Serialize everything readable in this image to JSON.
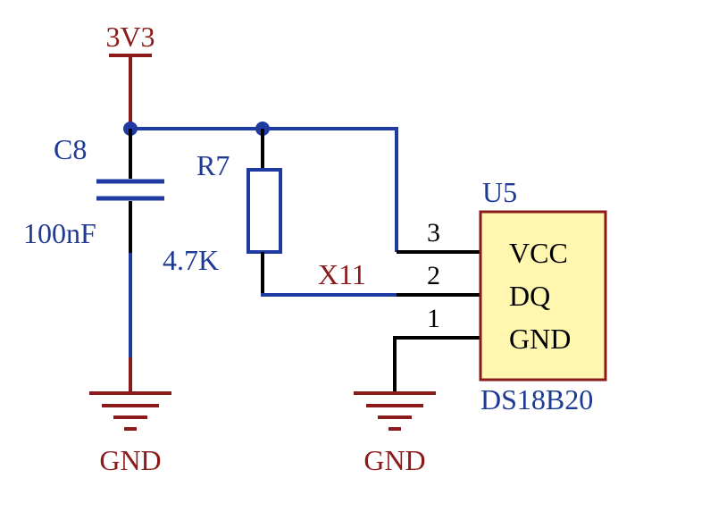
{
  "colors": {
    "power_label": "#8b1a1a",
    "component_label": "#1f3a93",
    "wire": "#1f3aa0",
    "power_wire": "#8b1a1a",
    "black_wire": "#000000",
    "ic_fill": "#fff6b0",
    "ic_border": "#8b1a1a",
    "junction": "#1f3aa0"
  },
  "power": {
    "supply": "3V3",
    "ground_left": "GND",
    "ground_right": "GND"
  },
  "capacitor": {
    "designator": "C8",
    "value": "100nF"
  },
  "resistor": {
    "designator": "R7",
    "value": "4.7K"
  },
  "net": {
    "label": "X11"
  },
  "ic": {
    "designator": "U5",
    "part": "DS18B20",
    "pins": [
      {
        "number": "3",
        "name": "VCC"
      },
      {
        "number": "2",
        "name": "DQ"
      },
      {
        "number": "1",
        "name": "GND"
      }
    ]
  }
}
